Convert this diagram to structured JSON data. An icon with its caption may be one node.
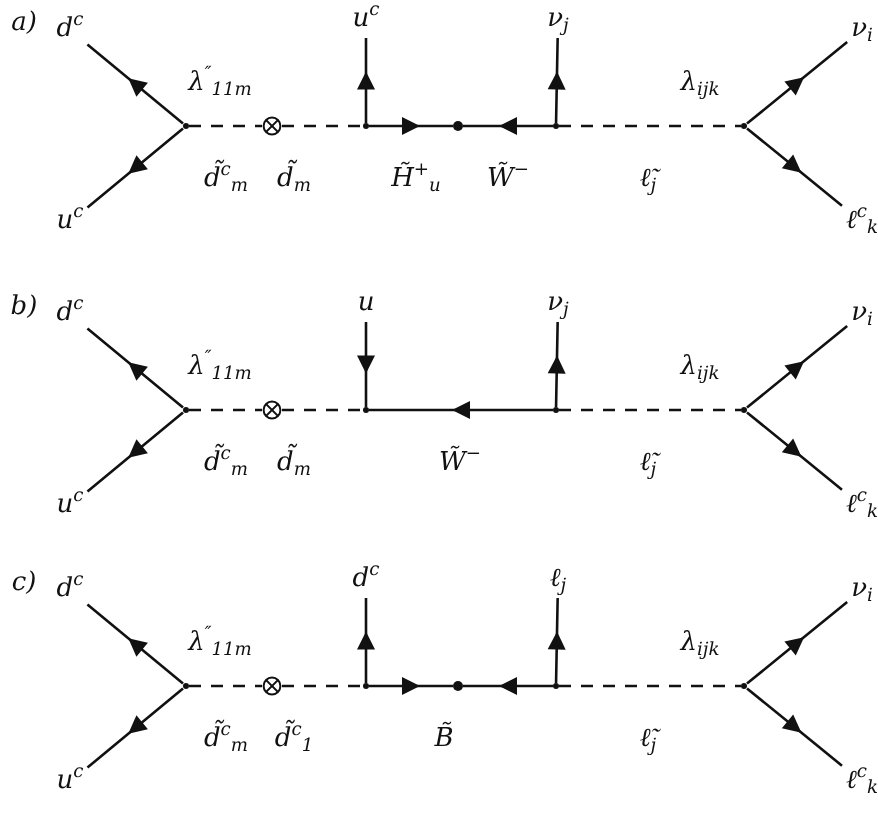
{
  "diagram": {
    "nodes": [
      {
        "text": [
          "d$^{c}$"
        ]
      },
      {
        "text": [
          "u$^{c}$"
        ]
      },
      {
        "text": [],
        "shape": "point",
        "beside": [
          "λ$^{″}$$_{11m}$"
        ]
      },
      {
        "text": [],
        "shape": "circle"
      },
      {
        "text": [],
        "shape": "point"
      },
      {
        "text": [
          "u$^{c}$"
        ]
      },
      {
        "text": [],
        "shape": "dot"
      },
      {
        "text": [],
        "shape": "point"
      },
      {
        "text": [
          "ν$_{j}$"
        ]
      },
      {
        "text": [],
        "shape": "point",
        "beside": [
          "λ$_{ijk}$"
        ]
      },
      {
        "text": [
          "ν$_{i}$"
        ]
      },
      {
        "text": [
          "ℓ$^{c}$$_{k}$"
        ]
      },
      {
        "text": [
          "d$^{c}$"
        ]
      },
      {
        "text": [
          "u$^{c}$"
        ]
      },
      {
        "text": [],
        "shape": "point",
        "beside": [
          "λ$^{″}$$_{11m}$"
        ]
      },
      {
        "text": [],
        "shape": "circle"
      },
      {
        "text": [],
        "shape": "point"
      },
      {
        "text": [
          "u"
        ]
      },
      {
        "text": [],
        "shape": "point"
      },
      {
        "text": [
          "ν$_{j}$"
        ]
      },
      {
        "text": [],
        "shape": "point",
        "beside": [
          "λ$_{ijk}$"
        ]
      },
      {
        "text": [
          "ν$_{i}$"
        ]
      },
      {
        "text": [
          "ℓ$^{c}$$_{k}$"
        ]
      },
      {
        "text": [
          "d$^{c}$"
        ]
      },
      {
        "text": [
          "u$^{c}$"
        ]
      },
      {
        "text": [],
        "shape": "point",
        "beside": [
          "λ$^{″}$$_{11m}$"
        ]
      },
      {
        "text": [],
        "shape": "circle"
      },
      {
        "text": [],
        "shape": "point"
      },
      {
        "text": [
          "d$^{c}$"
        ]
      },
      {
        "text": [],
        "shape": "dot"
      },
      {
        "text": [],
        "shape": "point"
      },
      {
        "text": [
          "ℓ$_{j}$"
        ]
      },
      {
        "text": [],
        "shape": "point",
        "beside": [
          "λ$_{ijk}$"
        ]
      },
      {
        "text": [
          "ν$_{i}$"
        ]
      },
      {
        "text": [
          "ℓ$^{c}$$_{k}$"
        ]
      }
    ],
    "edges": [
      {
        "from": 2,
        "to": 0,
        "arrow": "to"
      },
      {
        "from": 2,
        "to": 1,
        "arrow": "to"
      },
      {
        "from": 2,
        "to": 3,
        "arrow": "none",
        "style": "dashed",
        "label": "d̃$^{c}$$_{m}$"
      },
      {
        "from": 3,
        "to": 4,
        "arrow": "none",
        "style": "dashed",
        "label": "d̃$_{m}$"
      },
      {
        "from": 4,
        "to": 5,
        "arrow": "to"
      },
      {
        "from": 4,
        "to": 6,
        "arrow": "to",
        "label": "H̃$^{+}$$_{u}$"
      },
      {
        "from": 7,
        "to": 6,
        "arrow": "to",
        "label": "W̃$^{−}$"
      },
      {
        "from": 7,
        "to": 8,
        "arrow": "to"
      },
      {
        "from": 7,
        "to": 9,
        "arrow": "none",
        "style": "dashed",
        "label": "ℓ̃$_{j}$"
      },
      {
        "from": 9,
        "to": 10,
        "arrow": "to"
      },
      {
        "from": 9,
        "to": 11,
        "arrow": "to"
      },
      {
        "from": 14,
        "to": 12,
        "arrow": "to"
      },
      {
        "from": 14,
        "to": 13,
        "arrow": "to"
      },
      {
        "from": 14,
        "to": 15,
        "arrow": "none",
        "style": "dashed",
        "label": "d̃$^{c}$$_{m}$"
      },
      {
        "from": 15,
        "to": 16,
        "arrow": "none",
        "style": "dashed",
        "label": "d̃$_{m}$"
      },
      {
        "from": 17,
        "to": 16,
        "arrow": "to"
      },
      {
        "from": 18,
        "to": 16,
        "arrow": "to",
        "label": "W̃$^{−}$"
      },
      {
        "from": 18,
        "to": 19,
        "arrow": "to"
      },
      {
        "from": 18,
        "to": 20,
        "arrow": "none",
        "style": "dashed",
        "label": "ℓ̃$_{j}$"
      },
      {
        "from": 20,
        "to": 21,
        "arrow": "to"
      },
      {
        "from": 20,
        "to": 22,
        "arrow": "to"
      },
      {
        "from": 25,
        "to": 23,
        "arrow": "to"
      },
      {
        "from": 25,
        "to": 24,
        "arrow": "to"
      },
      {
        "from": 25,
        "to": 26,
        "arrow": "none",
        "style": "dashed",
        "label": "d̃$^{c}$$_{m}$"
      },
      {
        "from": 26,
        "to": 27,
        "arrow": "none",
        "style": "dashed",
        "label": "d̃$^{c}$$_{1}$"
      },
      {
        "from": 27,
        "to": 28,
        "arrow": "to"
      },
      {
        "from": 27,
        "to": 29,
        "arrow": "to",
        "label": "B̃"
      },
      {
        "from": 30,
        "to": 29,
        "arrow": "to"
      },
      {
        "from": 30,
        "to": 31,
        "arrow": "to"
      },
      {
        "from": 30,
        "to": 32,
        "arrow": "none",
        "style": "dashed",
        "label": "ℓ̃$_{j}$"
      },
      {
        "from": 32,
        "to": 33,
        "arrow": "to"
      },
      {
        "from": 32,
        "to": 34,
        "arrow": "to"
      }
    ],
    "labels": [
      "a)",
      "b)",
      "c)"
    ]
  }
}
